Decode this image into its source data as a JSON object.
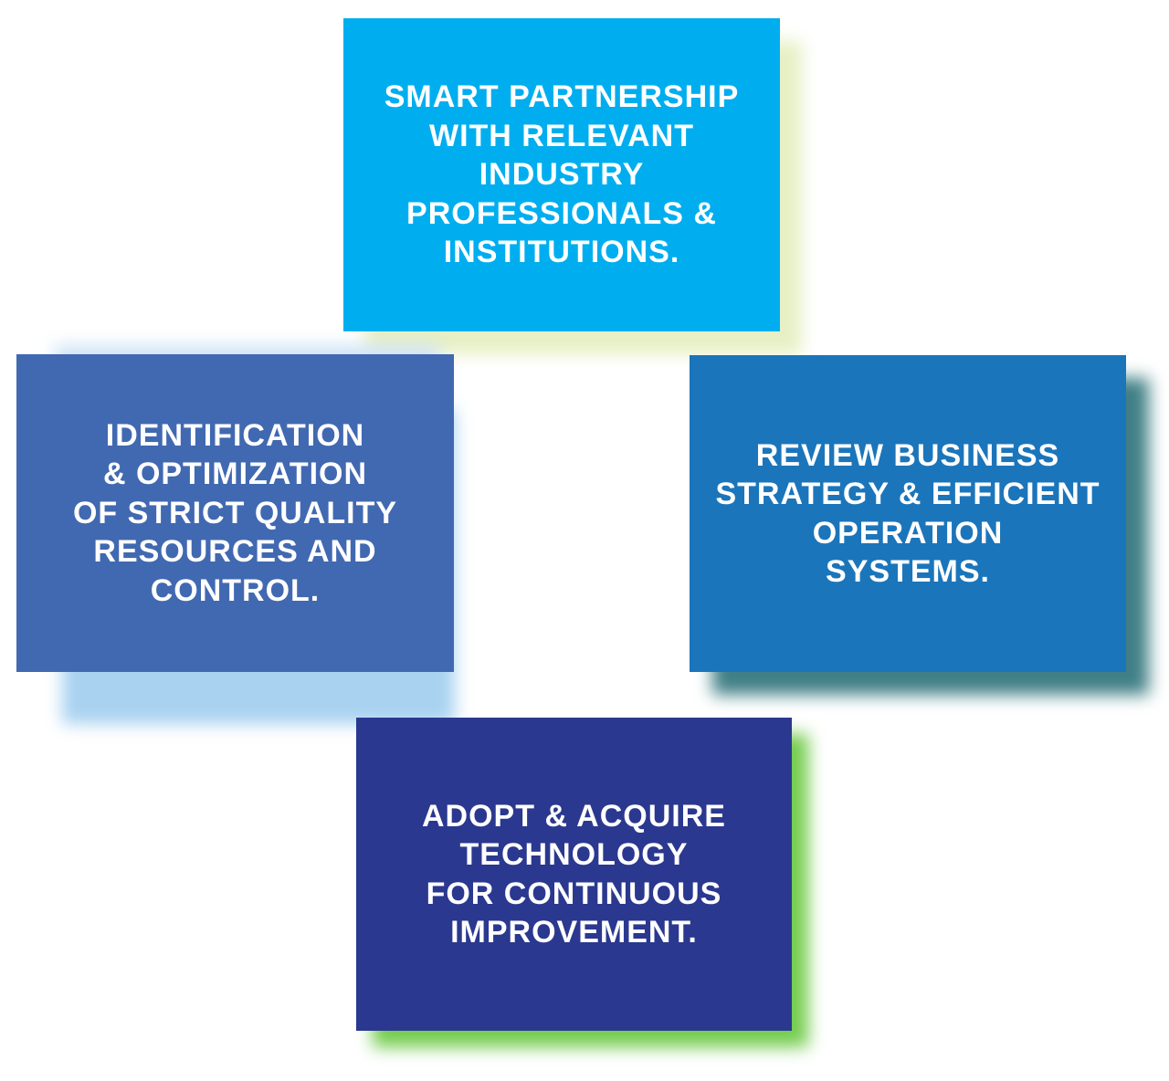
{
  "boxes": {
    "top": {
      "text": "SMART PARTNERSHIP\nWITH RELEVANT\nINDUSTRY\nPROFESSIONALS &\n INSTITUTIONS.",
      "color": "#00AEEF"
    },
    "left": {
      "text": "IDENTIFICATION\n& OPTIMIZATION\nOF STRICT QUALITY\nRESOURCES AND\nCONTROL.",
      "color": "#4169B1"
    },
    "right": {
      "text": "REVIEW BUSINESS\nSTRATEGY & EFFICIENT\nOPERATION\nSYSTEMS.",
      "color": "#1B75BB"
    },
    "bottom": {
      "text": "ADOPT & ACQUIRE\nTECHNOLOGY\nFOR CONTINUOUS\n IMPROVEMENT.",
      "color": "#2B388F"
    }
  }
}
